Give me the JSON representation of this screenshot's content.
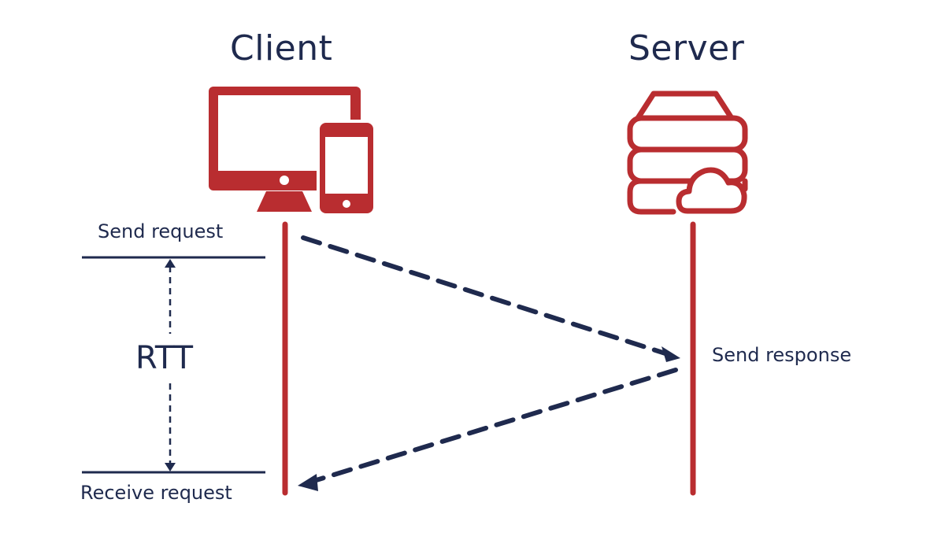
{
  "diagram": {
    "title": "Round Trip Time",
    "client_label": "Client",
    "server_label": "Server",
    "send_request_label": "Send request",
    "receive_request_label": "Receive request",
    "send_response_label": "Send response",
    "rtt_label": "RTT",
    "icons": {
      "client": "desktop-and-phone-icon",
      "server": "server-cloud-icon"
    },
    "colors": {
      "accent": "#b92d30",
      "text": "#1f2a4e",
      "background": "#ffffff"
    }
  }
}
